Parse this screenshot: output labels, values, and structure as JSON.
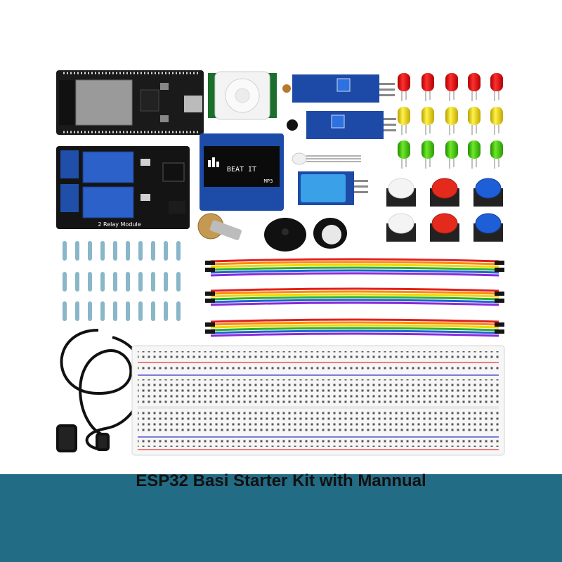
{
  "banner": {
    "caption": "ESP32 Basi Starter Kit with Mannual"
  },
  "colors": {
    "banner_background": "#236c85",
    "caption_text": "#111111",
    "page_background": "#ffffff"
  },
  "parts": {
    "relay_module_label": "2 Relay Module",
    "oled_text": "BEAT IT",
    "oled_badge": "MP3"
  }
}
